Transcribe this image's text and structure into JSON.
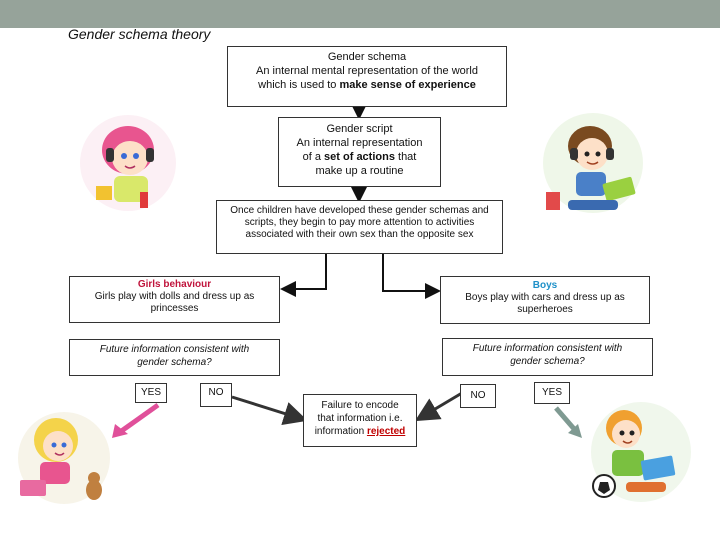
{
  "title": "Gender schema theory",
  "schema_box": {
    "heading": "Gender schema",
    "line1": "An internal mental representation of the world",
    "line2_pre": "which is used to ",
    "line2_bold": "make sense of experience"
  },
  "script_box": {
    "heading": "Gender script",
    "line1": "An internal representation",
    "line2_pre": "of a ",
    "line2_bold": "set of actions",
    "line2_post": " that",
    "line3": "make up a routine"
  },
  "attention_box": {
    "text": "Once children have developed these gender schemas and scripts, they begin to pay more attention to activities associated with their own sex than the opposite sex"
  },
  "girls_box": {
    "heading": "Girls behaviour",
    "text": "Girls play with dolls and dress up as princesses"
  },
  "boys_box": {
    "heading": "Boys",
    "text": "Boys play with cars and dress up as superheroes"
  },
  "girls_question": "Future information consistent with gender schema?",
  "boys_question": "Future information consistent with gender schema?",
  "girls_yes": "YES",
  "girls_no": "NO",
  "boys_no": "NO",
  "boys_yes": "YES",
  "failure_box": {
    "line1": "Failure to encode",
    "line2": "that information i.e.",
    "line3_pre": "information ",
    "line3_red": "rejected"
  },
  "colors": {
    "topbar": "#96a39a",
    "girl_heading": "#c0143c",
    "boy_heading": "#1e90c8",
    "pink_arrow": "#e0509a",
    "grey_arrow": "#7f9a92",
    "rejected": "#c00000"
  },
  "icons": [
    "girl-with-headphones-clipart",
    "boy-with-headphones-clipart",
    "girl-with-laptop-clipart",
    "boy-with-laptop-clipart"
  ]
}
